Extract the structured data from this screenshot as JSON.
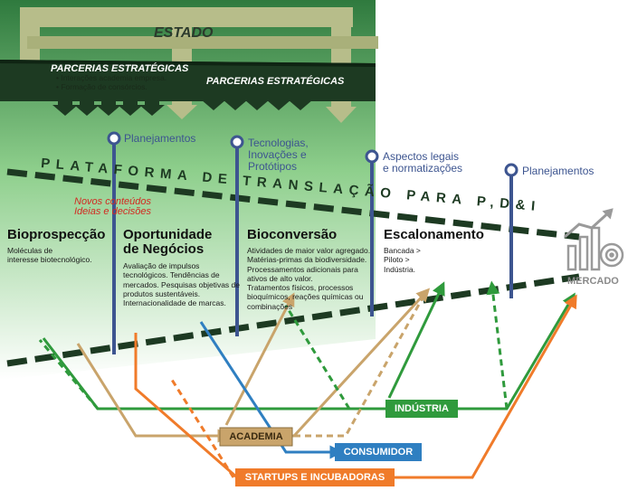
{
  "estado": "ESTADO",
  "parcerias": [
    "PARCERIAS ESTRATÉGICAS",
    "PARCERIAS ESTRATÉGICAS"
  ],
  "parcerias_bullets": "• Interações academia empresa.\n• Formação de consórcios.",
  "plataforma": "PLATAFORMA DE TRANSLAÇÃO PARA P,D&I",
  "novos_conteudos": "Novos conteúdos\nIdeias e decisões",
  "milestones": [
    "Planejamentos",
    "Tecnologias,\nInovações e\nProtótipos",
    "Aspectos legais\ne normatizações",
    "Planejamentos"
  ],
  "stages": [
    {
      "title": "Bioprospecção",
      "desc": "Moléculas de\ninteresse biotecnológico."
    },
    {
      "title": "Oportunidade\nde Negócios",
      "desc": "Avaliação de impulsos\ntecnológicos. Tendências de\nmercados. Pesquisas objetivas de\nprodutos sustentáveis.\nInternacionalidade de marcas."
    },
    {
      "title": "Bioconversão",
      "desc": "Atividades de maior valor agregado.\nMatérias-primas da biodiversidade.\nProcessamentos adicionais para\nativos de alto valor.\nTratamentos físicos, processos\nbioquímicos, reações químicas ou\ncombinações"
    },
    {
      "title": "Escalonamento",
      "desc": "Bancada >\nPiloto >\nIndústria."
    }
  ],
  "mercado": "MERCADO",
  "actors": {
    "industria": "INDÚSTRIA",
    "academia": "ACADEMIA",
    "consumidor": "CONSUMIDOR",
    "startups": "STARTUPS E INCUBADORAS"
  },
  "colors": {
    "industria": "#2f9a3c",
    "academia": "#c9a46b",
    "consumidor": "#2f7fc1",
    "startups": "#f07b2a",
    "dark_band": "#1d3a22",
    "milestone": "#3d5590"
  }
}
